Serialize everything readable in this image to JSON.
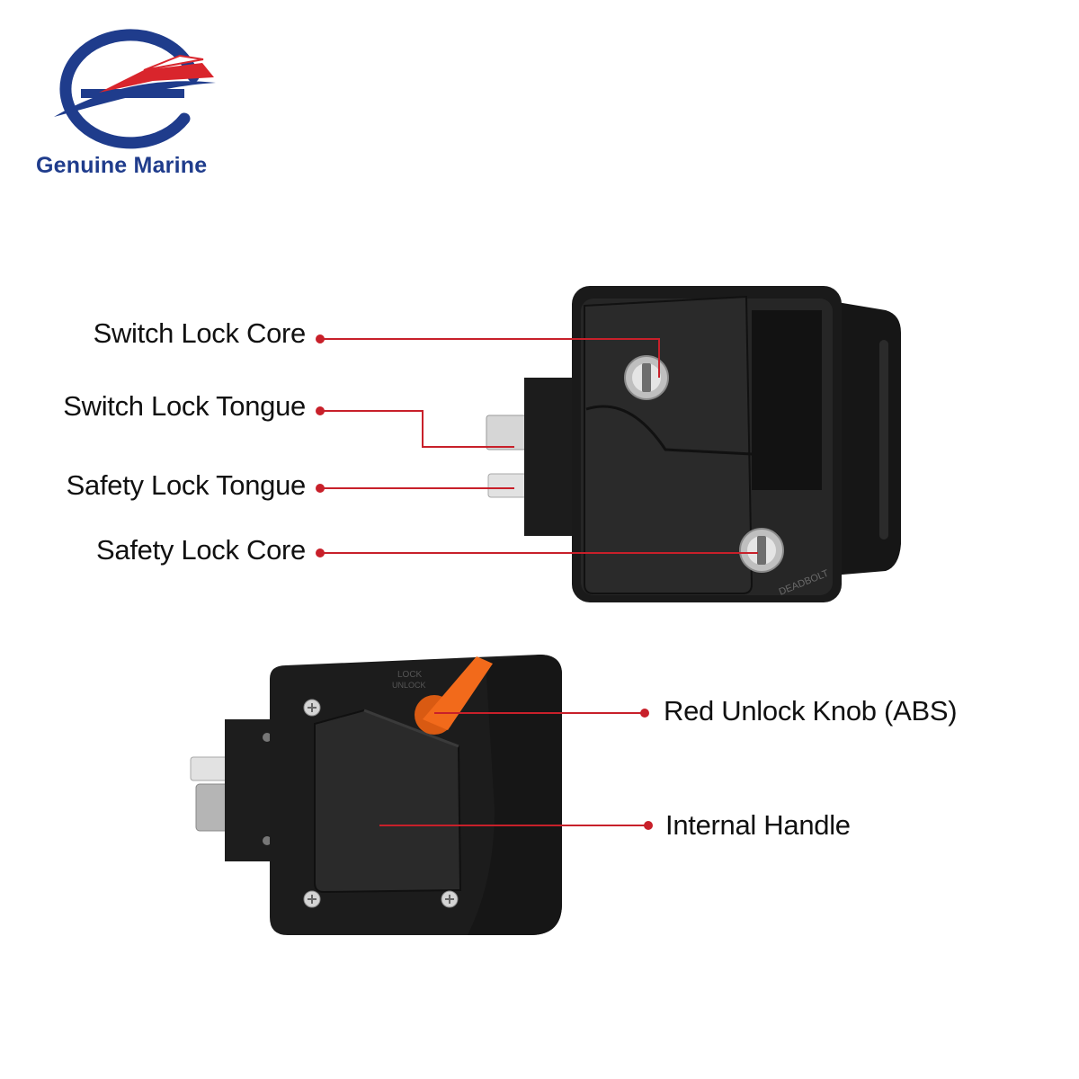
{
  "brand": {
    "name": "Genuine Marine",
    "logo_colors": {
      "ring": "#1f3c8c",
      "boat": "#d9252c"
    }
  },
  "callouts": {
    "switch_lock_core": "Switch Lock Core",
    "switch_lock_tongue": "Switch Lock Tongue",
    "safety_lock_tongue": "Safety Lock Tongue",
    "safety_lock_core": "Safety Lock Core",
    "red_unlock_knob": "Red Unlock Knob (ABS)",
    "internal_handle": "Internal Handle"
  },
  "product_markings": {
    "deadbolt": "DEADBOLT",
    "lock": "LOCK",
    "unlock": "UNLOCK"
  },
  "colors": {
    "leader_line": "#c8202a",
    "body": "#1b1b1b",
    "knob": "#f26a1b"
  }
}
